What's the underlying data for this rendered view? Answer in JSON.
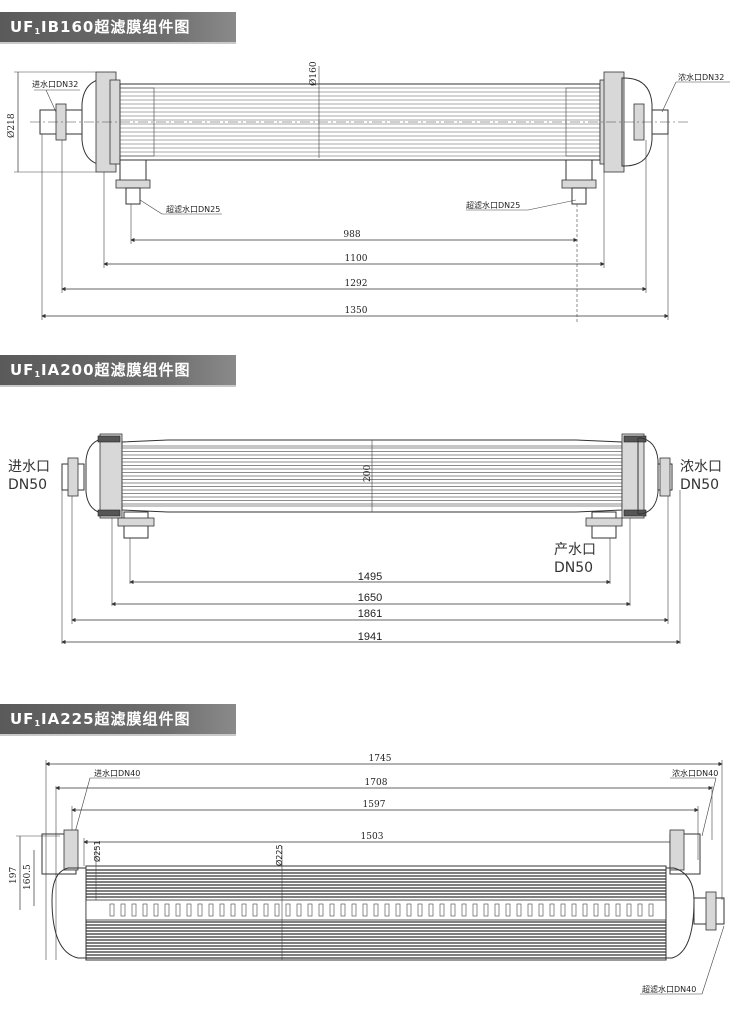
{
  "sections": [
    {
      "title_main": "UF",
      "title_sub": "1",
      "title_rest": "IB160超滤膜组件图",
      "labels": {
        "inlet": "进水口DN32",
        "concentrate": "浓水口DN32",
        "filtrate_left": "超滤水口DN25",
        "filtrate_right": "超滤水口DN25",
        "diameter_body": "Ø160",
        "diameter_flange": "Ø218"
      },
      "dimensions": [
        "988",
        "1100",
        "1292",
        "1350"
      ]
    },
    {
      "title_main": "UF",
      "title_sub": "1",
      "title_rest": "IA200超滤膜组件图",
      "labels": {
        "inlet_1": "进水口",
        "inlet_2": "DN50",
        "concentrate_1": "浓水口",
        "concentrate_2": "DN50",
        "product_1": "产水口",
        "product_2": "DN50",
        "diameter_body": "200"
      },
      "dimensions": [
        "1495",
        "1650",
        "1861",
        "1941"
      ]
    },
    {
      "title_main": "UF",
      "title_sub": "1",
      "title_rest": "IA225超滤膜组件图",
      "labels": {
        "inlet": "进水口DN40",
        "concentrate": "浓水口DN40",
        "filtrate": "超滤水口DN40",
        "diameter_body": "Ø225",
        "diameter_small": "Ø251",
        "height_1": "197",
        "height_2": "160.5"
      },
      "dimensions": [
        "1745",
        "1708",
        "1597",
        "1503"
      ]
    }
  ]
}
